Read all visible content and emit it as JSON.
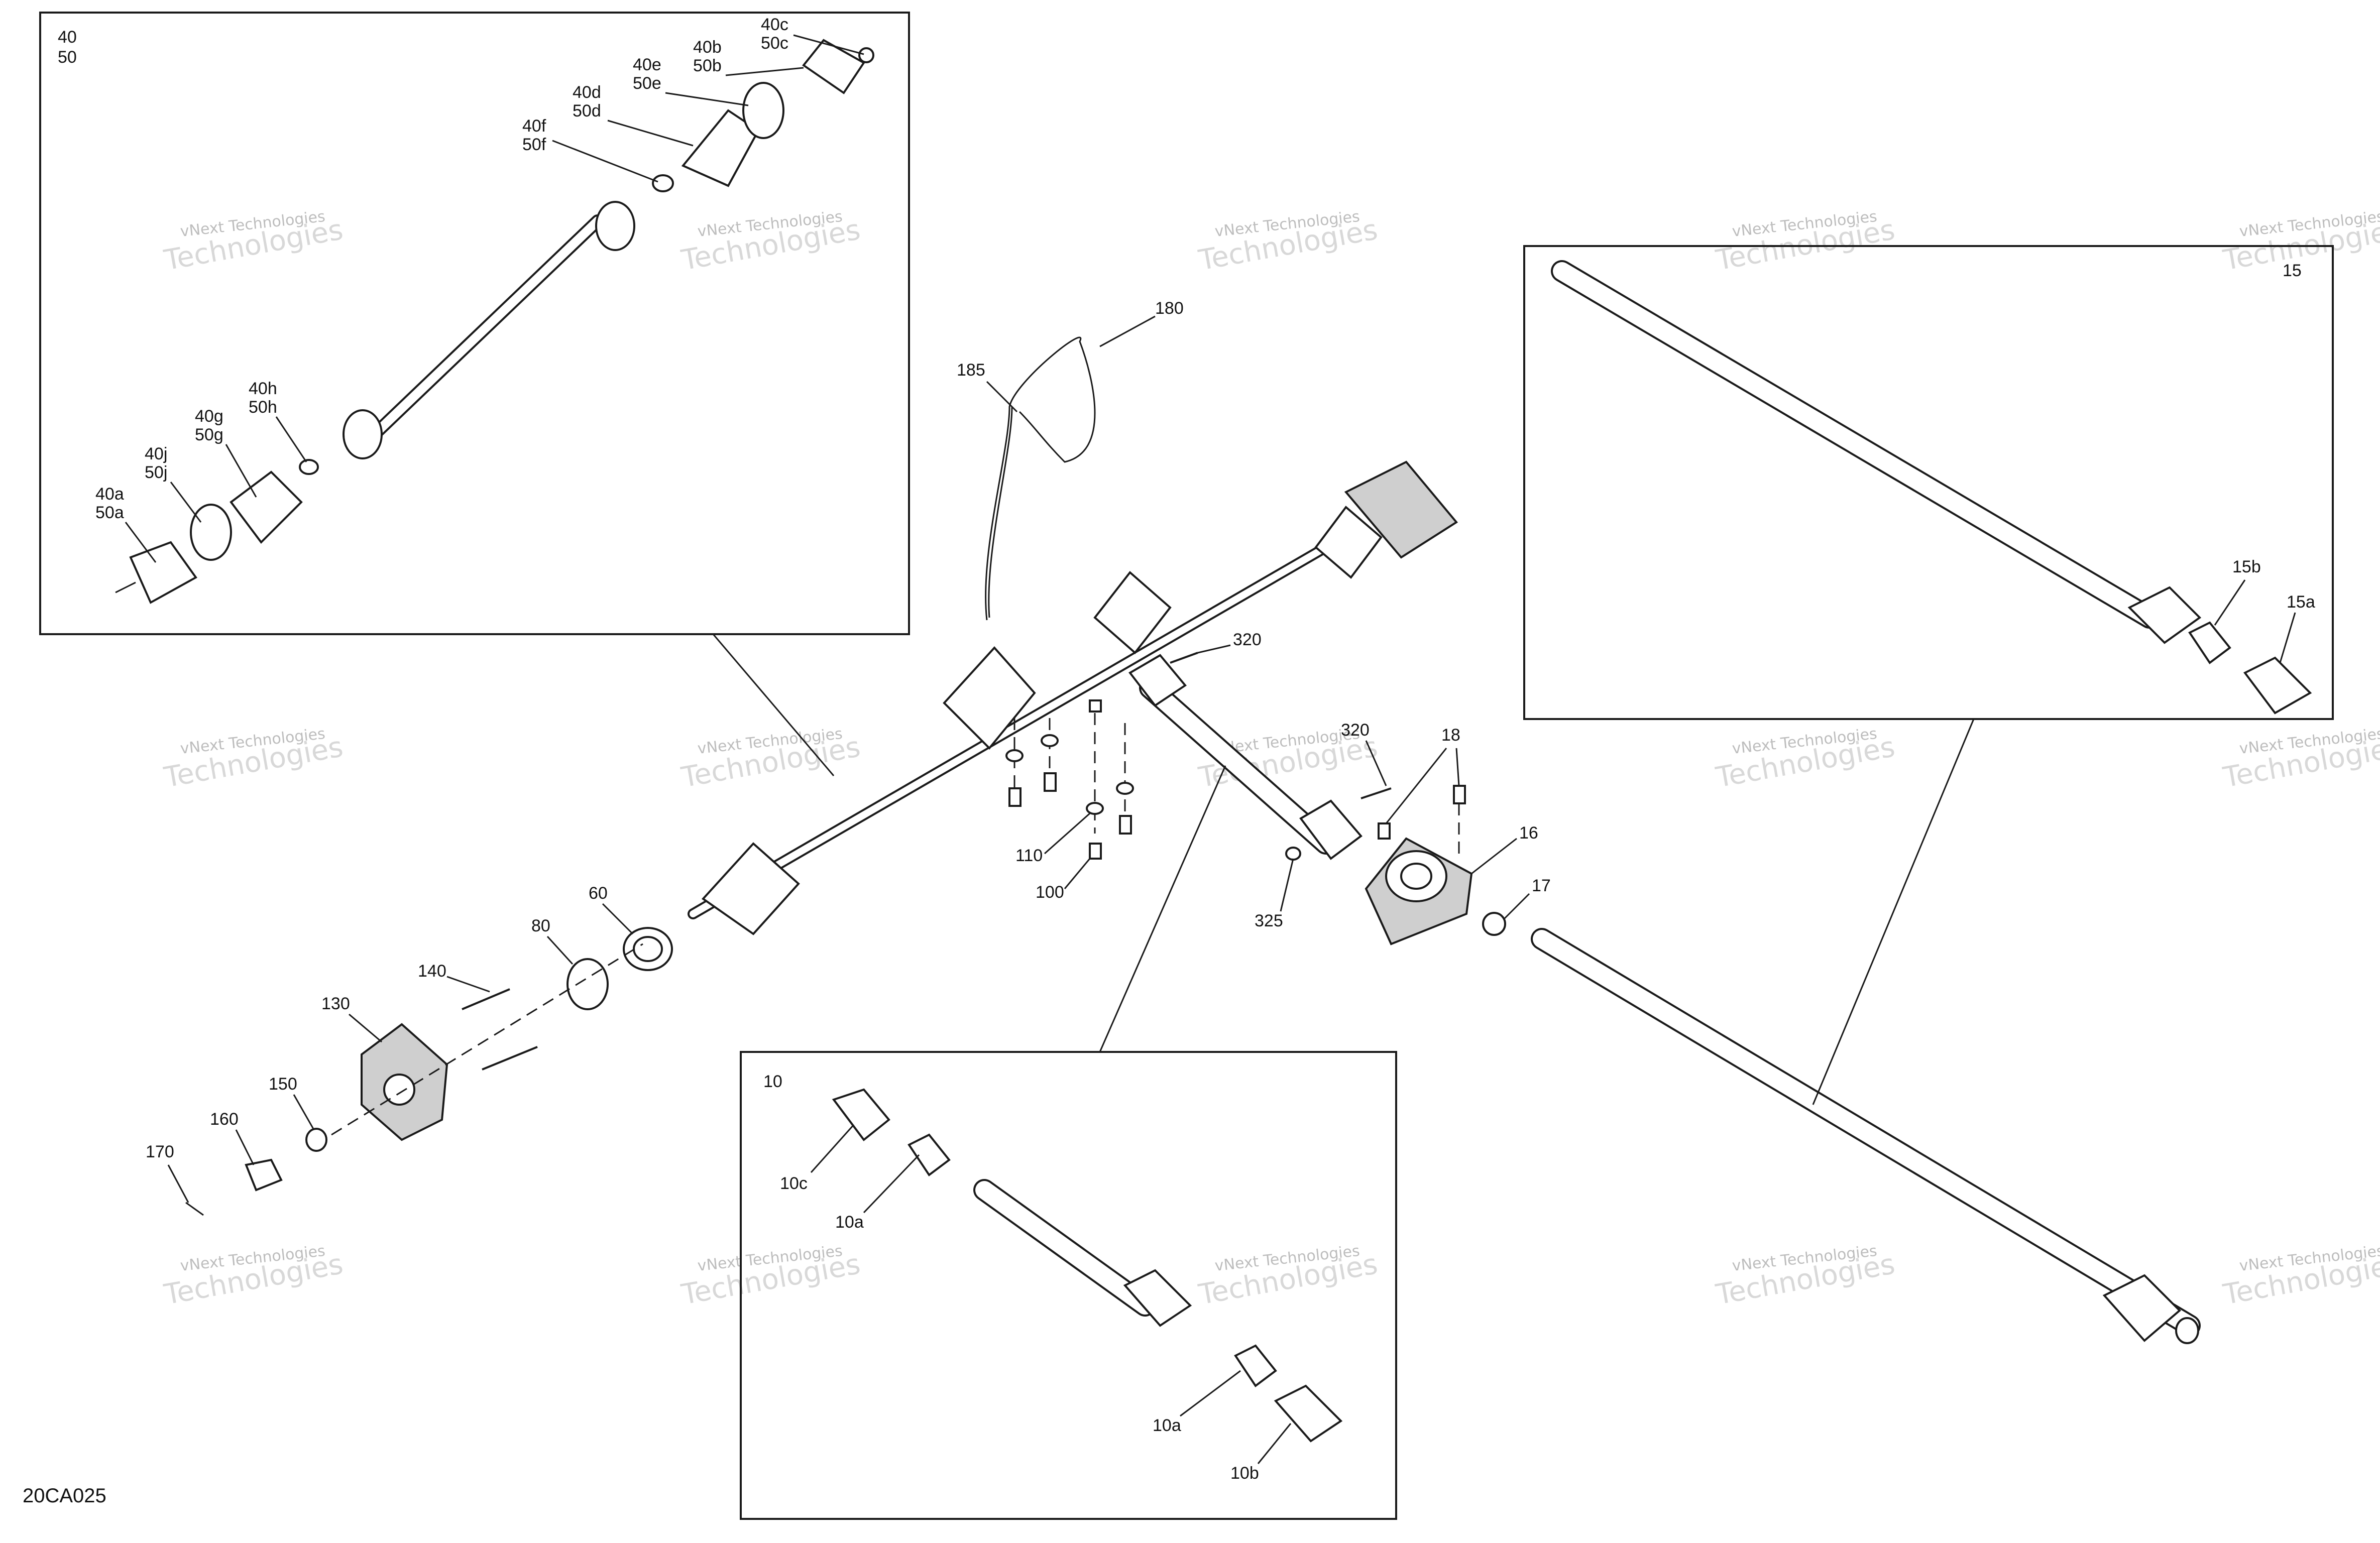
{
  "diagram": {
    "code": "20CA025",
    "watermark": {
      "line1": "vNext Technologies",
      "line2": "Technologies"
    },
    "box_labels": {
      "front_axle": [
        "40",
        "50"
      ],
      "rear_shaft": "15",
      "prop_shaft": "10"
    },
    "callouts": {
      "c40c": [
        "40c",
        "50c"
      ],
      "c40b": [
        "40b",
        "50b"
      ],
      "c40e": [
        "40e",
        "50e"
      ],
      "c40d": [
        "40d",
        "50d"
      ],
      "c40f": [
        "40f",
        "50f"
      ],
      "c40h": [
        "40h",
        "50h"
      ],
      "c40g": [
        "40g",
        "50g"
      ],
      "c40j": [
        "40j",
        "50j"
      ],
      "c40a": [
        "40a",
        "50a"
      ],
      "c180": "180",
      "c185": "185",
      "c320a": "320",
      "c320b": "320",
      "c18": "18",
      "c16": "16",
      "c17": "17",
      "c325": "325",
      "c110": "110",
      "c100": "100",
      "c60": "60",
      "c80": "80",
      "c140": "140",
      "c130": "130",
      "c150": "150",
      "c160": "160",
      "c170": "170",
      "c15b": "15b",
      "c15a": "15a",
      "c10c": "10c",
      "c10a1": "10a",
      "c10a2": "10a",
      "c10b": "10b"
    }
  }
}
